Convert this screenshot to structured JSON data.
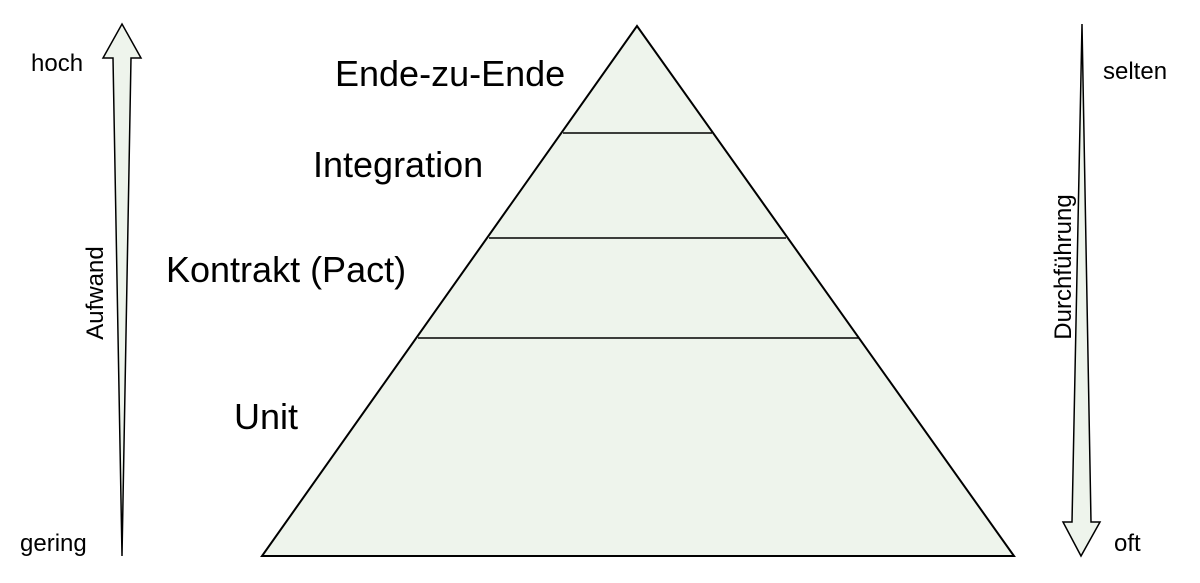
{
  "colors": {
    "fill": "#eef4ec",
    "stroke": "#000000"
  },
  "pyramid": {
    "layers": [
      {
        "id": "e2e",
        "label": "Ende-zu-Ende"
      },
      {
        "id": "integration",
        "label": "Integration"
      },
      {
        "id": "contract",
        "label": "Kontrakt (Pact)"
      },
      {
        "id": "unit",
        "label": "Unit"
      }
    ]
  },
  "left_axis": {
    "title": "Aufwand",
    "top_label": "hoch",
    "bottom_label": "gering"
  },
  "right_axis": {
    "title": "Durchführung",
    "top_label": "selten",
    "bottom_label": "oft"
  }
}
